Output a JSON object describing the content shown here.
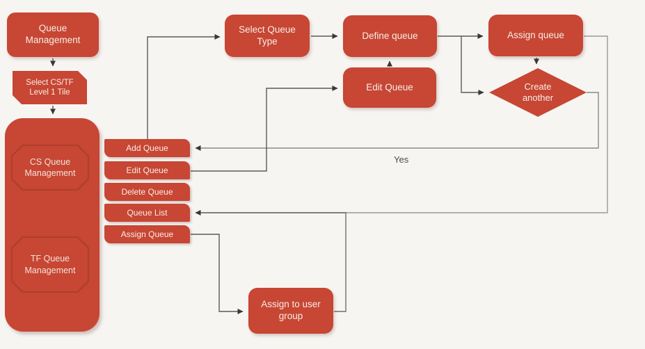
{
  "palette": {
    "node_fill": "#c74634",
    "octagon_border": "#ad3e2d",
    "node_text": "#f7eee6",
    "background": "#f7f5f1",
    "line": "#6f6f6f",
    "line_light": "#9a9a9a",
    "arrowhead": "#383838",
    "edge_label_text": "#4a4a4a"
  },
  "flowchart": {
    "start": {
      "queue_management": "Queue Management",
      "select_tile": "Select CS/TF Level 1 Tile"
    },
    "tile_container": {
      "cs_queue": "CS Queue Management",
      "tf_queue": "TF Queue Management"
    },
    "menu_buttons": [
      {
        "label": "Add Queue"
      },
      {
        "label": "Edit Queue"
      },
      {
        "label": "Delete Queue"
      },
      {
        "label": "Queue List"
      },
      {
        "label": "Assign Queue"
      }
    ],
    "process_nodes": {
      "select_queue_type": "Select Queue Type",
      "define_queue": "Define queue",
      "edit_queue": "Edit Queue",
      "assign_queue": "Assign queue",
      "assign_user_group": "Assign to user group"
    },
    "decision": {
      "create_another": "Create another"
    },
    "edge_labels": {
      "yes": "Yes"
    }
  }
}
